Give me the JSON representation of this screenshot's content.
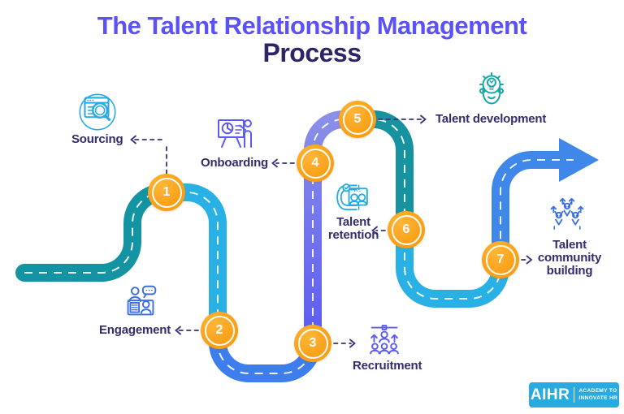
{
  "title": {
    "line1": "The Talent Relationship Management",
    "line2": "Process"
  },
  "steps": [
    {
      "number": "1",
      "label": "Sourcing",
      "icon": "browser-search-icon"
    },
    {
      "number": "2",
      "label": "Engagement",
      "icon": "person-chat-desk-icon"
    },
    {
      "number": "3",
      "label": "Recruitment",
      "icon": "org-chart-people-icon"
    },
    {
      "number": "4",
      "label": "Onboarding",
      "icon": "presenter-whiteboard-icon"
    },
    {
      "number": "5",
      "label": "Talent development",
      "icon": "head-gear-lightbulb-icon"
    },
    {
      "number": "6",
      "label": "Talent retention",
      "icon": "magnet-people-icon"
    },
    {
      "number": "7",
      "label": "Talent community building",
      "icon": "community-arrows-icon"
    }
  ],
  "logo": {
    "brand": "AIHR",
    "tagline1": "ACADEMY TO",
    "tagline2": "INNOVATE HR"
  },
  "colors": {
    "title_accent": "#5a52f5",
    "title_dark": "#2f2566",
    "label_navy": "#332c6e",
    "connector_navy": "#3a3178",
    "badge_orange": "#f9a21c",
    "road_teal": "#1494a3",
    "road_cyan": "#29b1e6",
    "road_royal": "#3d7eec",
    "road_purple": "#5b5bf0",
    "road_purple_light": "#8a8fe8",
    "road_arrow_blue": "#3f87e8",
    "icon_cyan": "#29abe2",
    "icon_royal": "#3b6fe4",
    "icon_purple": "#5b5bf6",
    "icon_teal": "#18a8a8",
    "logo_blue": "#29abe2"
  }
}
